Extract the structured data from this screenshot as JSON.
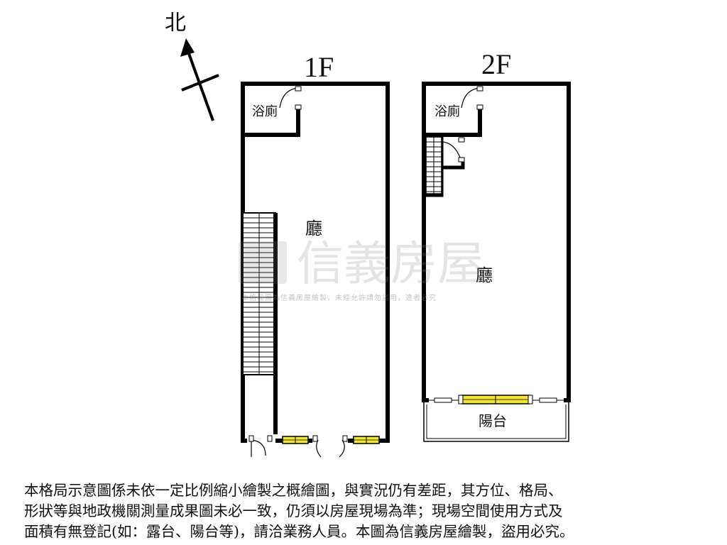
{
  "north": {
    "label": "北"
  },
  "floors": [
    {
      "id": "1f",
      "label": "1F",
      "rooms": {
        "bathroom": "浴廁",
        "hall": "廳"
      }
    },
    {
      "id": "2f",
      "label": "2F",
      "rooms": {
        "bathroom": "浴廁",
        "hall": "廳",
        "balcony": "陽台"
      }
    }
  ],
  "watermark": {
    "brand": "信義房屋",
    "notice": "本格局圖為信義房屋繪製，未經允許請勿盜用，違者必究"
  },
  "disclaimer": {
    "lines": [
      "本格局示意圖係未依一定比例縮小繪製之概繪圖，與實況仍有差距，其方位、格局、",
      "形狀等與地政機關測量成果圖未必一致，仍須以房屋現場為準；現場空間使用方式及",
      "面積有無登記(如：露台、陽台等)，請洽業務人員。本圖為信義房屋繪製，盜用必究。"
    ]
  },
  "colors": {
    "wall": "#000000",
    "window": "#f2e53a",
    "watermark": "#8a8a8a"
  }
}
